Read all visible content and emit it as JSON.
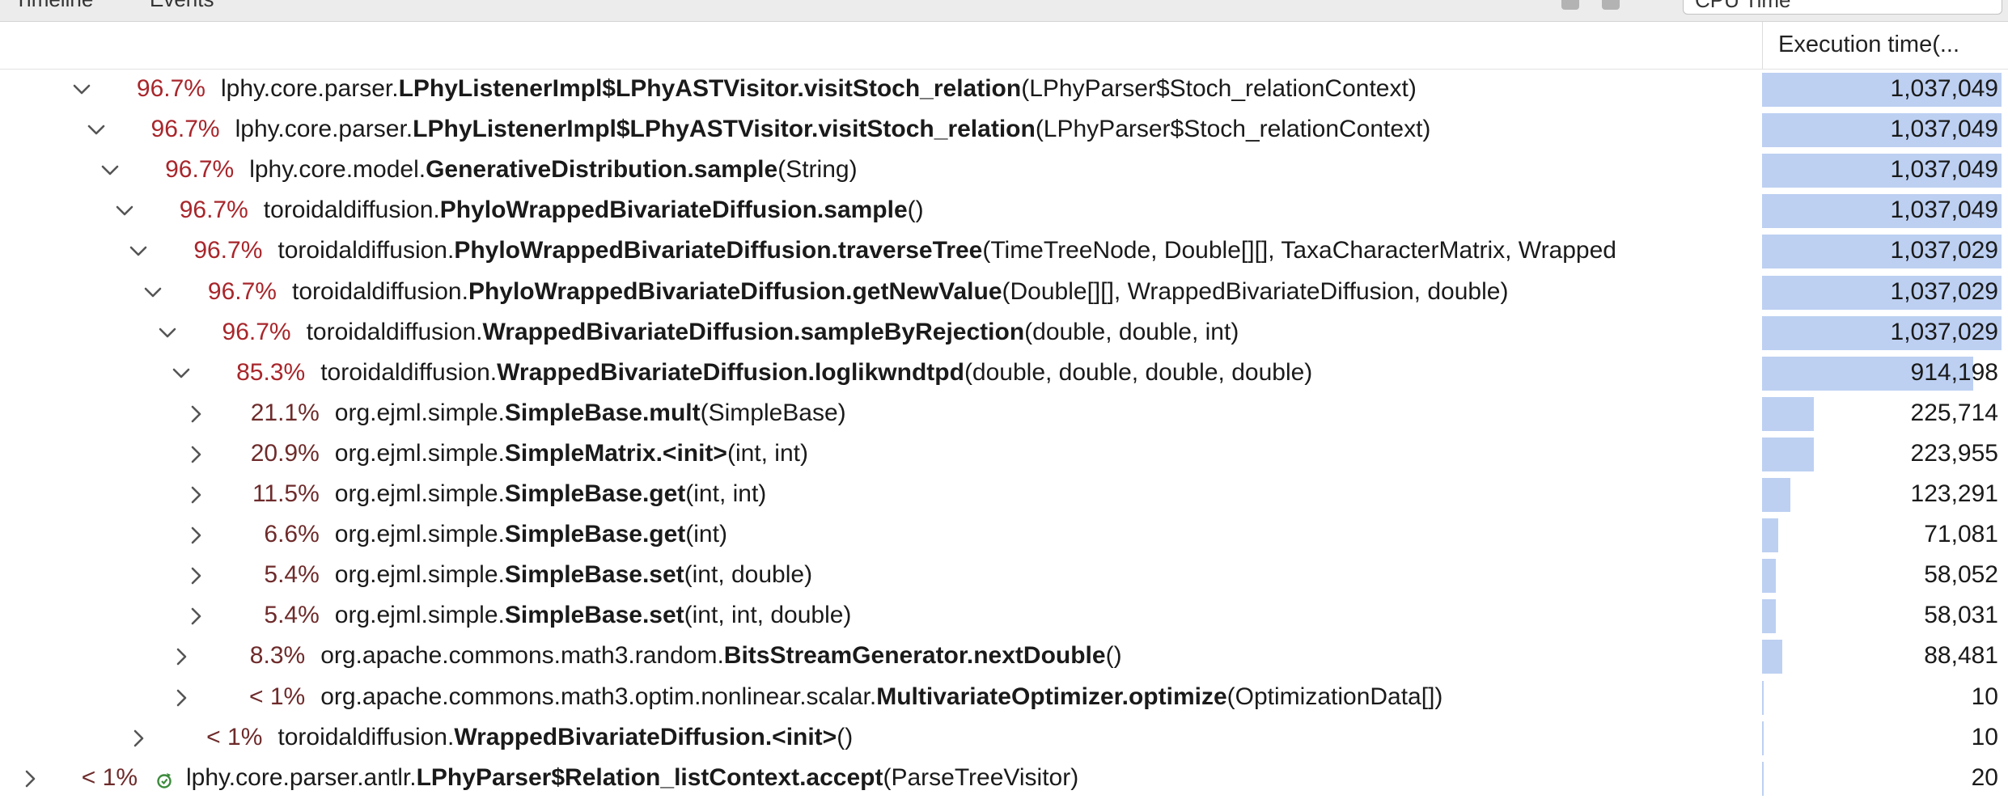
{
  "tabs": [
    {
      "label": "Timeline"
    },
    {
      "label": "Events"
    }
  ],
  "metric_select": {
    "value": "CPU Time"
  },
  "column_header": {
    "title": "Execution time(..."
  },
  "max_value": 1037049,
  "rows": [
    {
      "indent": 0,
      "chevron": "down",
      "pct": "96.7%",
      "pkg": "lphy.core.parser.",
      "method": "LPhyListenerImpl$LPhyASTVisitor.visitStoch_relation",
      "args": "(LPhyParser$Stoch_relationContext)",
      "value": "1,037,049",
      "raw": 1037049
    },
    {
      "indent": 1,
      "chevron": "down",
      "pct": "96.7%",
      "pkg": "lphy.core.parser.",
      "method": "LPhyListenerImpl$LPhyASTVisitor.visitStoch_relation",
      "args": "(LPhyParser$Stoch_relationContext)",
      "value": "1,037,049",
      "raw": 1037049
    },
    {
      "indent": 2,
      "chevron": "down",
      "pct": "96.7%",
      "pkg": "lphy.core.model.",
      "method": "GenerativeDistribution.sample",
      "args": "(String)",
      "value": "1,037,049",
      "raw": 1037049
    },
    {
      "indent": 3,
      "chevron": "down",
      "pct": "96.7%",
      "pkg": "toroidaldiffusion.",
      "method": "PhyloWrappedBivariateDiffusion.sample",
      "args": "()",
      "value": "1,037,049",
      "raw": 1037049
    },
    {
      "indent": 4,
      "chevron": "down",
      "pct": "96.7%",
      "pkg": "toroidaldiffusion.",
      "method": "PhyloWrappedBivariateDiffusion.traverseTree",
      "args": "(TimeTreeNode, Double[][], TaxaCharacterMatrix, Wrapped",
      "value": "1,037,029",
      "raw": 1037029
    },
    {
      "indent": 5,
      "chevron": "down",
      "pct": "96.7%",
      "pkg": "toroidaldiffusion.",
      "method": "PhyloWrappedBivariateDiffusion.getNewValue",
      "args": "(Double[][], WrappedBivariateDiffusion, double)",
      "value": "1,037,029",
      "raw": 1037029
    },
    {
      "indent": 6,
      "chevron": "down",
      "pct": "96.7%",
      "pkg": "toroidaldiffusion.",
      "method": "WrappedBivariateDiffusion.sampleByRejection",
      "args": "(double, double, int)",
      "value": "1,037,029",
      "raw": 1037029
    },
    {
      "indent": 7,
      "chevron": "down",
      "pct": "85.3%",
      "pkg": "toroidaldiffusion.",
      "method": "WrappedBivariateDiffusion.loglikwndtpd",
      "args": "(double, double, double, double)",
      "value": "914,198",
      "raw": 914198
    },
    {
      "indent": 8,
      "chevron": "right",
      "pct": "21.1%",
      "pkg": "org.ejml.simple.",
      "method": "SimpleBase.mult",
      "args": "(SimpleBase)",
      "value": "225,714",
      "raw": 225714
    },
    {
      "indent": 8,
      "chevron": "right",
      "pct": "20.9%",
      "pkg": "org.ejml.simple.",
      "method": "SimpleMatrix.<init>",
      "args": "(int, int)",
      "value": "223,955",
      "raw": 223955
    },
    {
      "indent": 8,
      "chevron": "right",
      "pct": "11.5%",
      "pkg": "org.ejml.simple.",
      "method": "SimpleBase.get",
      "args": "(int, int)",
      "value": "123,291",
      "raw": 123291
    },
    {
      "indent": 8,
      "chevron": "right",
      "pct": "6.6%",
      "pkg": "org.ejml.simple.",
      "method": "SimpleBase.get",
      "args": "(int)",
      "value": "71,081",
      "raw": 71081
    },
    {
      "indent": 8,
      "chevron": "right",
      "pct": "5.4%",
      "pkg": "org.ejml.simple.",
      "method": "SimpleBase.set",
      "args": "(int, double)",
      "value": "58,052",
      "raw": 58052
    },
    {
      "indent": 8,
      "chevron": "right",
      "pct": "5.4%",
      "pkg": "org.ejml.simple.",
      "method": "SimpleBase.set",
      "args": "(int, int, double)",
      "value": "58,031",
      "raw": 58031
    },
    {
      "indent": 7,
      "chevron": "right",
      "pct": "8.3%",
      "pkg": "org.apache.commons.math3.random.",
      "method": "BitsStreamGenerator.nextDouble",
      "args": "()",
      "value": "88,481",
      "raw": 88481
    },
    {
      "indent": 7,
      "chevron": "right",
      "pct": "< 1%",
      "pkg": "org.apache.commons.math3.optim.nonlinear.scalar.",
      "method": "MultivariateOptimizer.optimize",
      "args": "(OptimizationData[])",
      "value": "10",
      "raw": 10
    },
    {
      "indent": 4,
      "chevron": "right",
      "pct": "< 1%",
      "pkg": "toroidaldiffusion.",
      "method": "WrappedBivariateDiffusion.<init>",
      "args": "()",
      "value": "10",
      "raw": 10
    },
    {
      "indent": -4,
      "chevron": "right",
      "pct": "< 1%",
      "icon": "recursion-icon",
      "pkg": "lphy.core.parser.antlr.",
      "method": "LPhyParser$Relation_listContext.accept",
      "args": "(ParseTreeVisitor)",
      "value": "20",
      "raw": 20
    }
  ]
}
